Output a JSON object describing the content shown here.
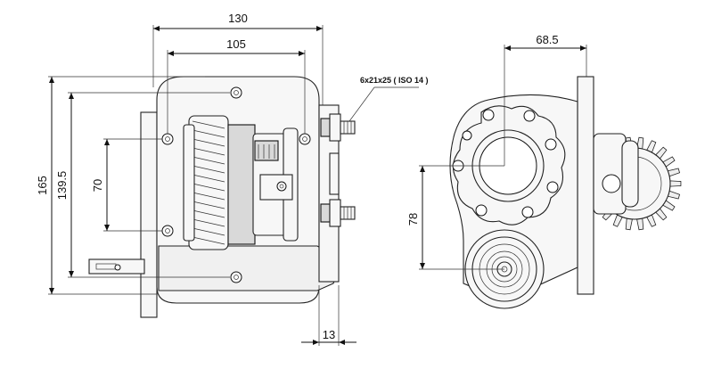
{
  "dimensions": {
    "overall_width": "130",
    "bolt_span_width": "105",
    "overall_height": "165",
    "bolt_span_height": "139.5",
    "inner_bolt_height": "70",
    "flange_offset": "68.5",
    "output_shaft_height": "78",
    "stud_projection": "13"
  },
  "callouts": {
    "spline_spec": "6x21x25 ( ISO 14 )"
  }
}
